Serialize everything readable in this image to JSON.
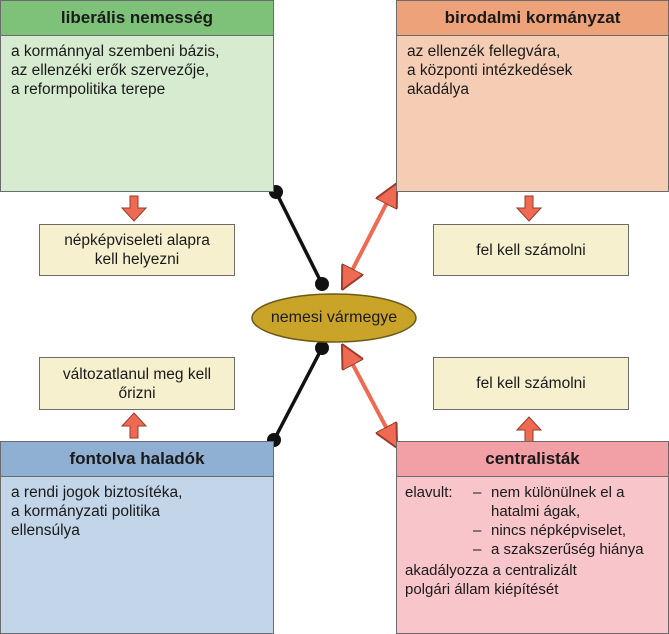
{
  "center": {
    "label": "nemesi vármegye"
  },
  "boxes": {
    "liberal": {
      "title": "liberális nemesség",
      "lines": [
        "a kormánnyal szembeni bázis,",
        "az ellenzéki erők szervezője,",
        "a reformpolitika terepe"
      ]
    },
    "imperial": {
      "title": "birodalmi kormányzat",
      "lines": [
        "az ellenzék fellegvára,",
        "a központi intézkedések",
        "akadálya"
      ]
    },
    "cautious": {
      "title": "fontolva haladók",
      "lines": [
        "a rendi jogok biztosítéka,",
        "a kormányzati politika",
        "ellensúlya"
      ]
    },
    "centralists": {
      "title": "centralisták",
      "lead": "elavult:",
      "dash": "–",
      "items": [
        "nem különülnek el a hatalmi ágak,",
        "nincs népképviselet,",
        "a szakszerűség hiánya"
      ],
      "closing": [
        "akadályozza a centralizált",
        "polgári állam kiépítését"
      ]
    }
  },
  "notes": {
    "liberal": [
      "népképviseleti alapra",
      "kell helyezni"
    ],
    "imperial": [
      "fel kell számolni"
    ],
    "cautious": [
      "változatlanul meg kell",
      "őrizni"
    ],
    "centralists": [
      "fel kell számolni"
    ]
  },
  "colors": {
    "liberal_head": "#7ec27a",
    "liberal_body": "#d6ebd0",
    "imperial_head": "#eea27a",
    "imperial_body": "#f5cdb5",
    "cautious_head": "#8fb0d3",
    "cautious_body": "#c3d5e8",
    "centralists_head": "#f2a0a6",
    "centralists_body": "#f8c6ca",
    "note_bg": "#f6f0cf",
    "ellipse": "#c9a428",
    "arrow": "#ef6a52",
    "connector": "#111111"
  }
}
